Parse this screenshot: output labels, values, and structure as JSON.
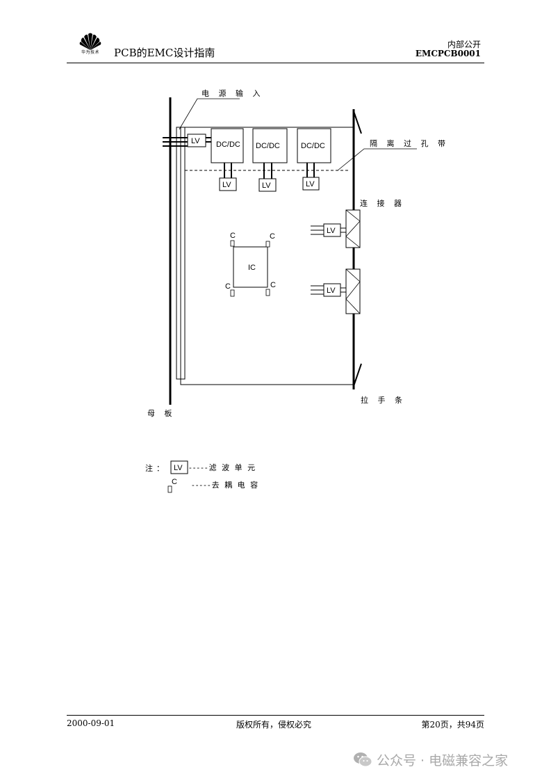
{
  "header": {
    "logo_text": "华为技术",
    "doc_title": "PCB的EMC设计指南",
    "classification": "内部公开",
    "doc_code": "EMCPCB0001"
  },
  "diagram": {
    "labels": {
      "power_input": "电 源 输 入",
      "isolation_band": "隔 离 过 孔 带",
      "connector": "连 接 器",
      "handle_bar": "拉 手 条",
      "motherboard": "母 板"
    },
    "dcdc_label": "DC/DC",
    "lv_label": "LV",
    "ic_label": "IC",
    "cap_label": "C"
  },
  "legend": {
    "note_prefix": "注：",
    "lv_symbol": "LV",
    "lv_desc": "-----滤 波 单 元",
    "cap_symbol": "C",
    "cap_desc": "-----去 耦 电 容"
  },
  "footer": {
    "date": "2000-09-01",
    "copyright": "版权所有，侵权必究",
    "page": "第20页，共94页"
  },
  "watermark": {
    "text": "公众号 · 电磁兼容之家",
    "icon": "wechat-icon"
  }
}
